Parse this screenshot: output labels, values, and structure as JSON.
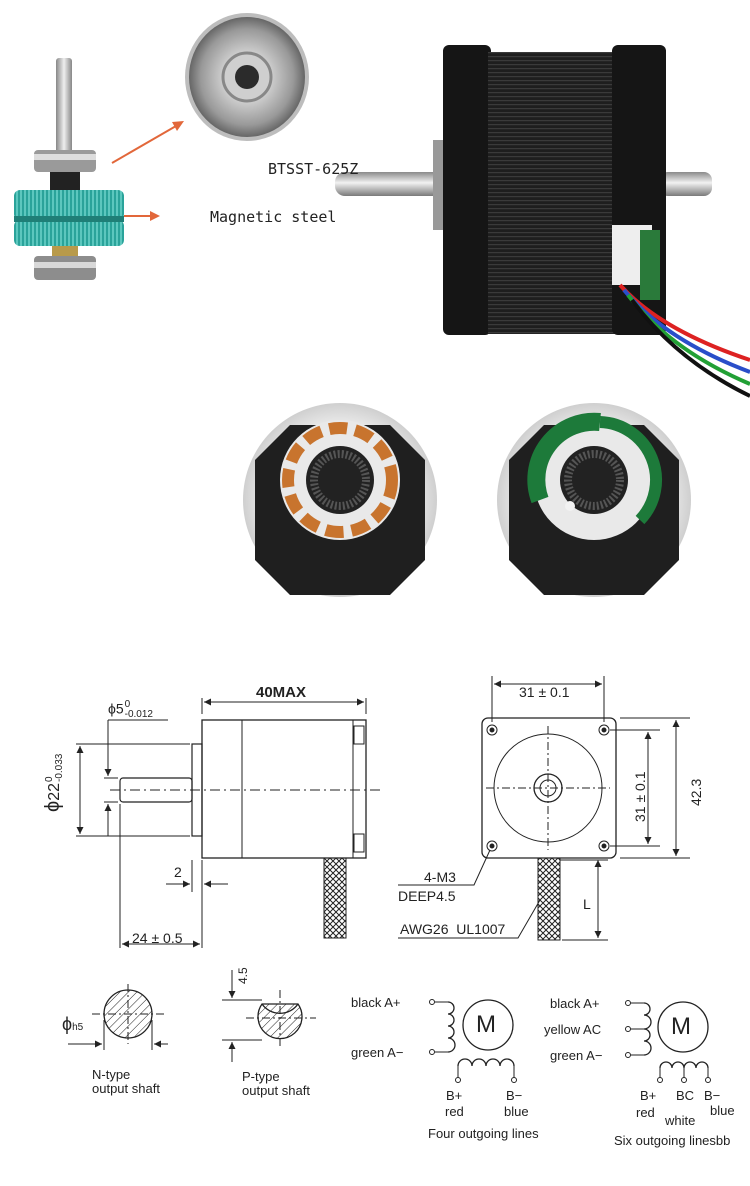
{
  "photo_labels": {
    "bearing": "BTSST-625Z",
    "magnet": "Magnetic steel"
  },
  "drawing": {
    "side_view": {
      "length": "40MAX",
      "shaft_dia_main": "5",
      "shaft_dia_upper": "0",
      "shaft_dia_lower": "-0.012",
      "pilot_dia_main": "22",
      "pilot_dia_upper": "0",
      "pilot_dia_lower": "-0.033",
      "flange": "2",
      "shaft_len": "24 ± 0.5"
    },
    "front_view": {
      "hole_pitch_w": "31 ± 0.1",
      "hole_pitch_h": "31 ± 0.1",
      "size": "42.3",
      "screws": "4-M3",
      "depth": "DEEP4.5",
      "wire": "AWG26  UL1007",
      "lead_len": "L"
    },
    "shafts": {
      "n_type_dia": "h5",
      "n_type_title": "N-type",
      "n_type_sub": "output shaft",
      "p_type_flat": "4.5",
      "p_type_title": "P-type",
      "p_type_sub": "output shaft"
    },
    "wiring4": {
      "a_plus": "black A+",
      "a_minus": "green A−",
      "motor": "M",
      "b_plus": "B+",
      "b_plus_color": "red",
      "b_minus": "B−",
      "b_minus_color": "blue",
      "caption": "Four outgoing lines"
    },
    "wiring6": {
      "a_plus": "black A+",
      "ac": "yellow AC",
      "a_minus": "green A−",
      "motor": "M",
      "b_plus": "B+",
      "b_plus_color": "red",
      "bc": "BC",
      "bc_color": "white",
      "b_minus": "B−",
      "b_minus_color": "blue",
      "caption": "Six outgoing linesbb"
    }
  }
}
